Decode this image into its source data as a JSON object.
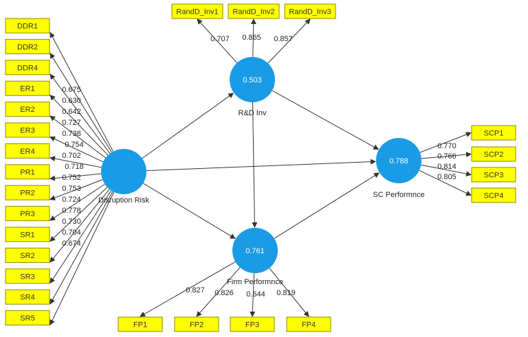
{
  "colors": {
    "construct_fill": "#1a9be6",
    "indicator_fill": "#ffff00",
    "indicator_border": "#8a8a00",
    "edge": "#333333",
    "label_text": "#222222",
    "construct_value_text": "#ffffff"
  },
  "constructs": [
    {
      "id": "disruption",
      "name": "Disruption Risk",
      "value": ""
    },
    {
      "id": "rd",
      "name": "R&D Inv",
      "value": "0.503"
    },
    {
      "id": "firm",
      "name": "Firm Performnce",
      "value": "0.761"
    },
    {
      "id": "scp",
      "name": "SC Performnce",
      "value": "0.788"
    }
  ],
  "indicators": {
    "disruption": [
      "DDR1",
      "DDR2",
      "DDR4",
      "ER1",
      "ER2",
      "ER3",
      "ER4",
      "PR1",
      "PR2",
      "PR3",
      "SR1",
      "SR2",
      "SR3",
      "SR4",
      "SR5"
    ],
    "rd": [
      "RandD_Inv1",
      "RandD_Inv2",
      "RandD_Inv3"
    ],
    "scp": [
      "SCP1",
      "SCP2",
      "SCP3",
      "SCP4"
    ],
    "firm": [
      "FP1",
      "FP2",
      "FP3",
      "FP4"
    ]
  },
  "loadings": {
    "disruption": [
      "0.675",
      "0.630",
      "0.642",
      "0.727",
      "0.738",
      "0.754",
      "0.702",
      "0.718",
      "0.752",
      "0.753",
      "0.724",
      "0.778",
      "0.730",
      "0.704",
      "0.674"
    ],
    "rd": [
      "0.707",
      "0.865",
      "0.857"
    ],
    "scp": [
      "0.770",
      "0.766",
      "0.814",
      "0.805"
    ],
    "firm": [
      "0.827",
      "0.826",
      "0.644",
      "0.819"
    ]
  },
  "paths": [
    {
      "from": "disruption",
      "to": "rd"
    },
    {
      "from": "disruption",
      "to": "scp"
    },
    {
      "from": "disruption",
      "to": "firm"
    },
    {
      "from": "rd",
      "to": "scp"
    },
    {
      "from": "rd",
      "to": "firm"
    },
    {
      "from": "firm",
      "to": "scp"
    }
  ]
}
